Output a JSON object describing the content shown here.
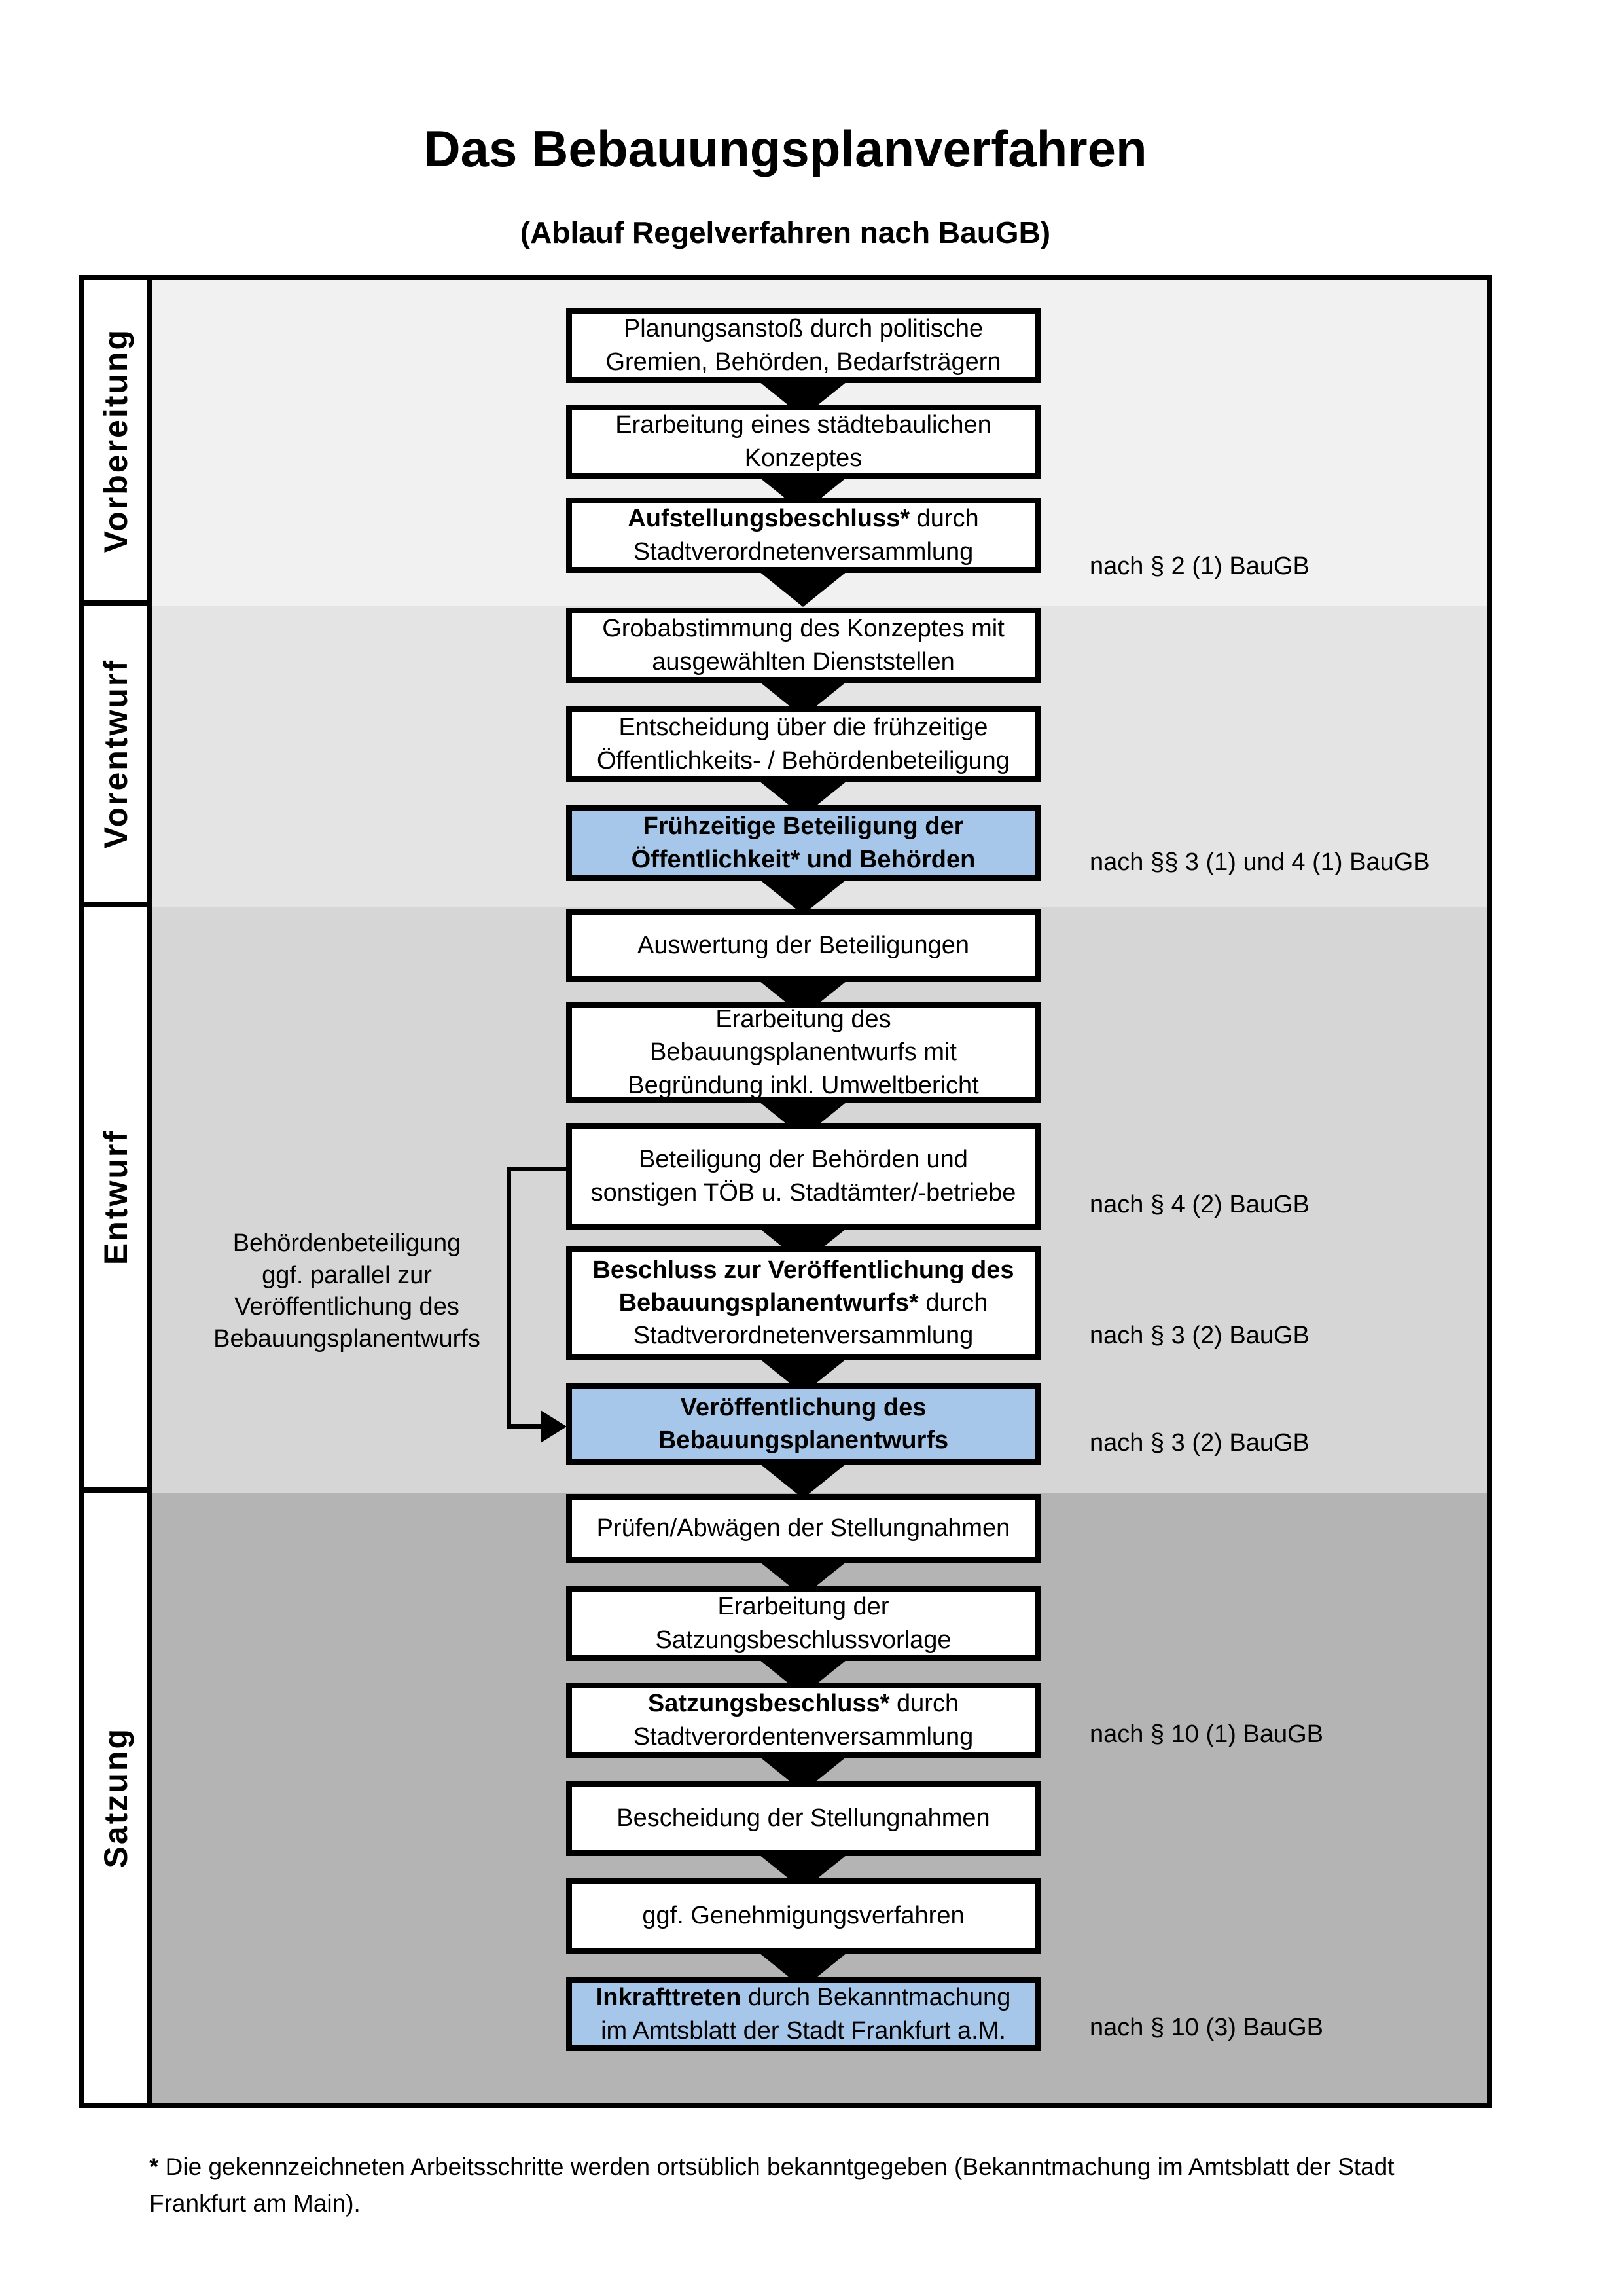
{
  "page": {
    "title": "Das Bebauungsplanverfahren",
    "subtitle": "(Ablauf Regelverfahren nach BauGB)"
  },
  "colors": {
    "highlight_box_fill": "#a6c7ea",
    "box_border": "#000000",
    "section_backgrounds": [
      "#f1f1f1",
      "#e4e4e4",
      "#d6d6d6",
      "#b4b4b4"
    ]
  },
  "phases": [
    {
      "label": "Vorbereitung"
    },
    {
      "label": "Vorentwurf"
    },
    {
      "label": "Entwurf"
    },
    {
      "label": "Satzung"
    }
  ],
  "steps": [
    {
      "id": "planungsanstoss",
      "phase": 0,
      "highlighted": false,
      "lines": [
        [
          {
            "t": "Planungsanstoß durch politische",
            "b": false
          }
        ],
        [
          {
            "t": "Gremien, Behörden, Bedarfsträgern",
            "b": false
          }
        ]
      ]
    },
    {
      "id": "konzept",
      "phase": 0,
      "highlighted": false,
      "lines": [
        [
          {
            "t": "Erarbeitung eines städtebaulichen",
            "b": false
          }
        ],
        [
          {
            "t": "Konzeptes",
            "b": false
          }
        ]
      ]
    },
    {
      "id": "aufstellungsbeschluss",
      "phase": 0,
      "highlighted": false,
      "law_note": "nach § 2 (1) BauGB",
      "lines": [
        [
          {
            "t": "Aufstellungsbeschluss*",
            "b": true
          },
          {
            "t": " durch",
            "b": false
          }
        ],
        [
          {
            "t": "Stadtverordnetenversammlung",
            "b": false
          }
        ]
      ]
    },
    {
      "id": "grobabstimmung",
      "phase": 1,
      "highlighted": false,
      "lines": [
        [
          {
            "t": "Grobabstimmung des Konzeptes mit",
            "b": false
          }
        ],
        [
          {
            "t": "ausgewählten Dienststellen",
            "b": false
          }
        ]
      ]
    },
    {
      "id": "entscheidung-beteiligung",
      "phase": 1,
      "highlighted": false,
      "lines": [
        [
          {
            "t": "Entscheidung über die frühzeitige",
            "b": false
          }
        ],
        [
          {
            "t": "Öffentlichkeits- / Behördenbeteiligung",
            "b": false
          }
        ]
      ]
    },
    {
      "id": "fruehzeitige-beteiligung",
      "phase": 1,
      "highlighted": true,
      "law_note": "nach §§ 3 (1) und 4 (1) BauGB",
      "lines": [
        [
          {
            "t": "Frühzeitige Beteiligung der",
            "b": true
          }
        ],
        [
          {
            "t": "Öffentlichkeit* und Behörden",
            "b": true
          }
        ]
      ]
    },
    {
      "id": "auswertung",
      "phase": 2,
      "highlighted": false,
      "lines": [
        [
          {
            "t": "Auswertung der Beteiligungen",
            "b": false
          }
        ]
      ]
    },
    {
      "id": "erarbeitung-entwurf",
      "phase": 2,
      "highlighted": false,
      "lines": [
        [
          {
            "t": "Erarbeitung des",
            "b": false
          }
        ],
        [
          {
            "t": "Bebauungsplanentwurfs mit",
            "b": false
          }
        ],
        [
          {
            "t": "Begründung inkl. Umweltbericht",
            "b": false
          }
        ]
      ]
    },
    {
      "id": "behoerdenbeteiligung",
      "phase": 2,
      "highlighted": false,
      "law_note": "nach § 4 (2) BauGB",
      "lines": [
        [
          {
            "t": "Beteiligung der Behörden und",
            "b": false
          }
        ],
        [
          {
            "t": "sonstigen TÖB u. Stadtämter/-betriebe",
            "b": false
          }
        ]
      ]
    },
    {
      "id": "beschluss-veroeffentlichung",
      "phase": 2,
      "highlighted": false,
      "law_note": "nach § 3 (2) BauGB",
      "lines": [
        [
          {
            "t": "Beschluss zur Veröffentlichung des",
            "b": true
          }
        ],
        [
          {
            "t": "Bebauungsplanentwurfs*",
            "b": true
          },
          {
            "t": " durch",
            "b": false
          }
        ],
        [
          {
            "t": "Stadtverordnetenversammlung",
            "b": false
          }
        ]
      ]
    },
    {
      "id": "veroeffentlichung",
      "phase": 2,
      "highlighted": true,
      "law_note": "nach § 3 (2) BauGB",
      "lines": [
        [
          {
            "t": "Veröffentlichung des",
            "b": true
          }
        ],
        [
          {
            "t": "Bebauungsplanentwurfs",
            "b": true
          }
        ]
      ]
    },
    {
      "id": "pruefen-abwaegen",
      "phase": 3,
      "highlighted": false,
      "lines": [
        [
          {
            "t": "Prüfen/Abwägen der Stellungnahmen",
            "b": false
          }
        ]
      ]
    },
    {
      "id": "satzungsvorlage",
      "phase": 3,
      "highlighted": false,
      "lines": [
        [
          {
            "t": "Erarbeitung der",
            "b": false
          }
        ],
        [
          {
            "t": "Satzungsbeschlussvorlage",
            "b": false
          }
        ]
      ]
    },
    {
      "id": "satzungsbeschluss",
      "phase": 3,
      "highlighted": false,
      "law_note": "nach § 10 (1) BauGB",
      "lines": [
        [
          {
            "t": "Satzungsbeschluss*",
            "b": true
          },
          {
            "t": " durch",
            "b": false
          }
        ],
        [
          {
            "t": "Stadtverordentenversammlung",
            "b": false
          }
        ]
      ]
    },
    {
      "id": "bescheidung",
      "phase": 3,
      "highlighted": false,
      "lines": [
        [
          {
            "t": "Bescheidung der Stellungnahmen",
            "b": false
          }
        ]
      ]
    },
    {
      "id": "genehmigungsverfahren",
      "phase": 3,
      "highlighted": false,
      "lines": [
        [
          {
            "t": "ggf. Genehmigungsverfahren",
            "b": false
          }
        ]
      ]
    },
    {
      "id": "inkrafttreten",
      "phase": 3,
      "highlighted": true,
      "law_note": "nach § 10 (3) BauGB",
      "lines": [
        [
          {
            "t": "Inkrafttreten",
            "b": true
          },
          {
            "t": " durch Bekanntmachung",
            "b": false
          }
        ],
        [
          {
            "t": "im Amtsblatt der Stadt Frankfurt a.M.",
            "b": false
          }
        ]
      ]
    }
  ],
  "side_note": {
    "lines": [
      "Behördenbeteiligung",
      "ggf. parallel zur",
      "Veröffentlichung des",
      "Bebauungsplanentwurfs"
    ]
  },
  "footnote": {
    "marker": "*",
    "line1": " Die gekennzeichneten Arbeitsschritte werden ortsüblich bekanntgegeben (Bekanntmachung im Amtsblatt  der Stadt",
    "line2": "Frankfurt am Main)."
  }
}
